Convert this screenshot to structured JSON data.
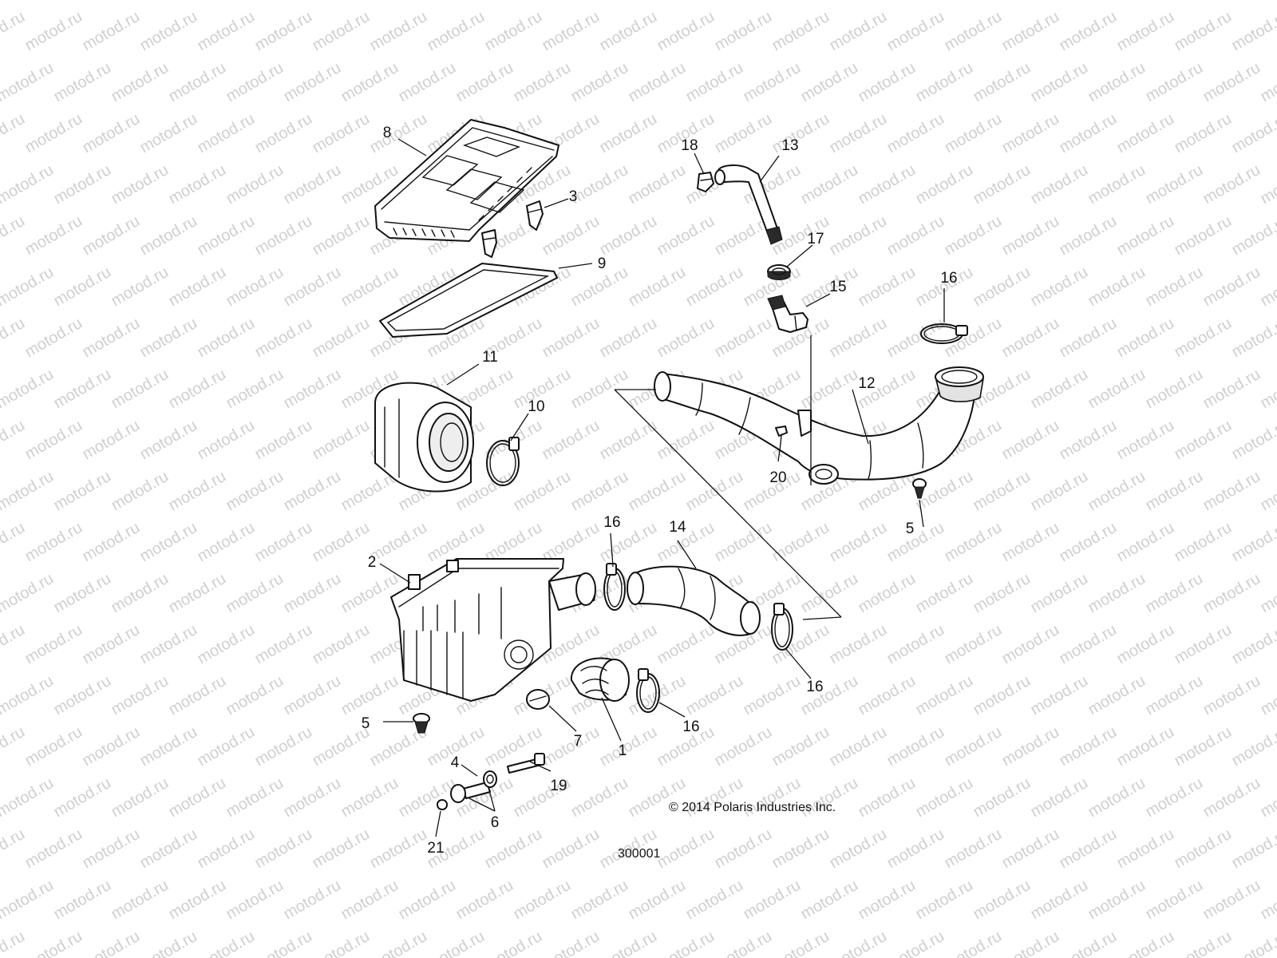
{
  "watermark": {
    "text": "motod.ru",
    "color": "#cfcfcf"
  },
  "copyright": "© 2014 Polaris Industries Inc.",
  "diagram_number": "300001",
  "callouts": {
    "c1": "1",
    "c2": "2",
    "c3": "3",
    "c4": "4",
    "c5a": "5",
    "c5b": "5",
    "c6": "6",
    "c7": "7",
    "c8": "8",
    "c9": "9",
    "c10": "10",
    "c11": "11",
    "c12": "12",
    "c13": "13",
    "c14": "14",
    "c15": "15",
    "c16a": "16",
    "c16b": "16",
    "c16c": "16",
    "c16d": "16",
    "c17": "17",
    "c18": "18",
    "c19": "19",
    "c20": "20",
    "c21": "21"
  }
}
